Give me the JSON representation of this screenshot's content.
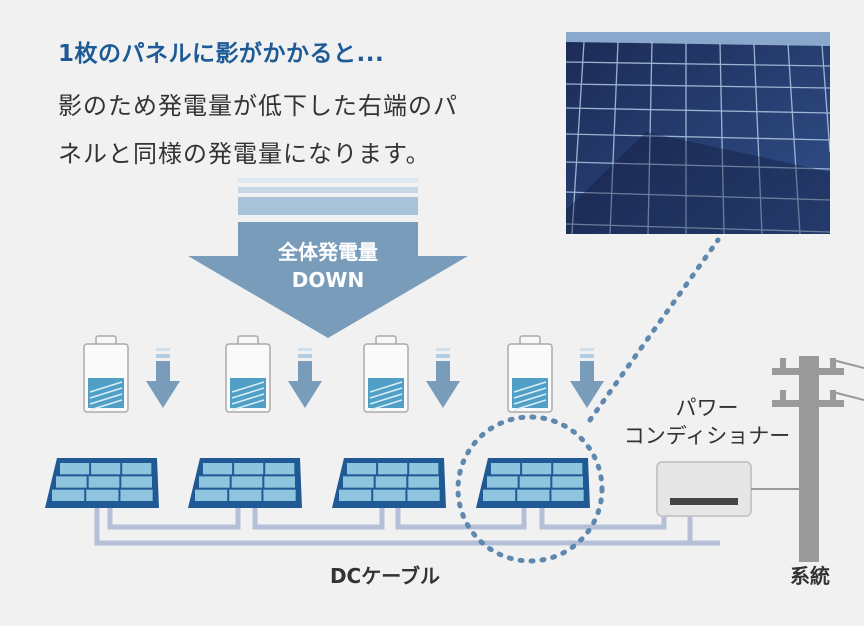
{
  "heading": "1枚のパネルに影がかかると...",
  "description": {
    "line1": "影のため発電量が低下した右端のパ",
    "line2": "ネルと同様の発電量になります。"
  },
  "arrow": {
    "line1": "全体発電量",
    "line2": "DOWN"
  },
  "labels": {
    "power_conditioner_line1": "パワー",
    "power_conditioner_line2": "コンディショナー",
    "dc_cable": "DCケーブル",
    "grid": "系統"
  },
  "colors": {
    "accent": "#1d5a96",
    "panel_frame": "#1f5a94",
    "panel_cell": "#8ec4de",
    "arrow": "#7a9cbb",
    "cable": "#b6bfd8",
    "pole": "#9a9a9a"
  },
  "photo": {
    "subject": "solar-panel-with-shadow-photo"
  }
}
